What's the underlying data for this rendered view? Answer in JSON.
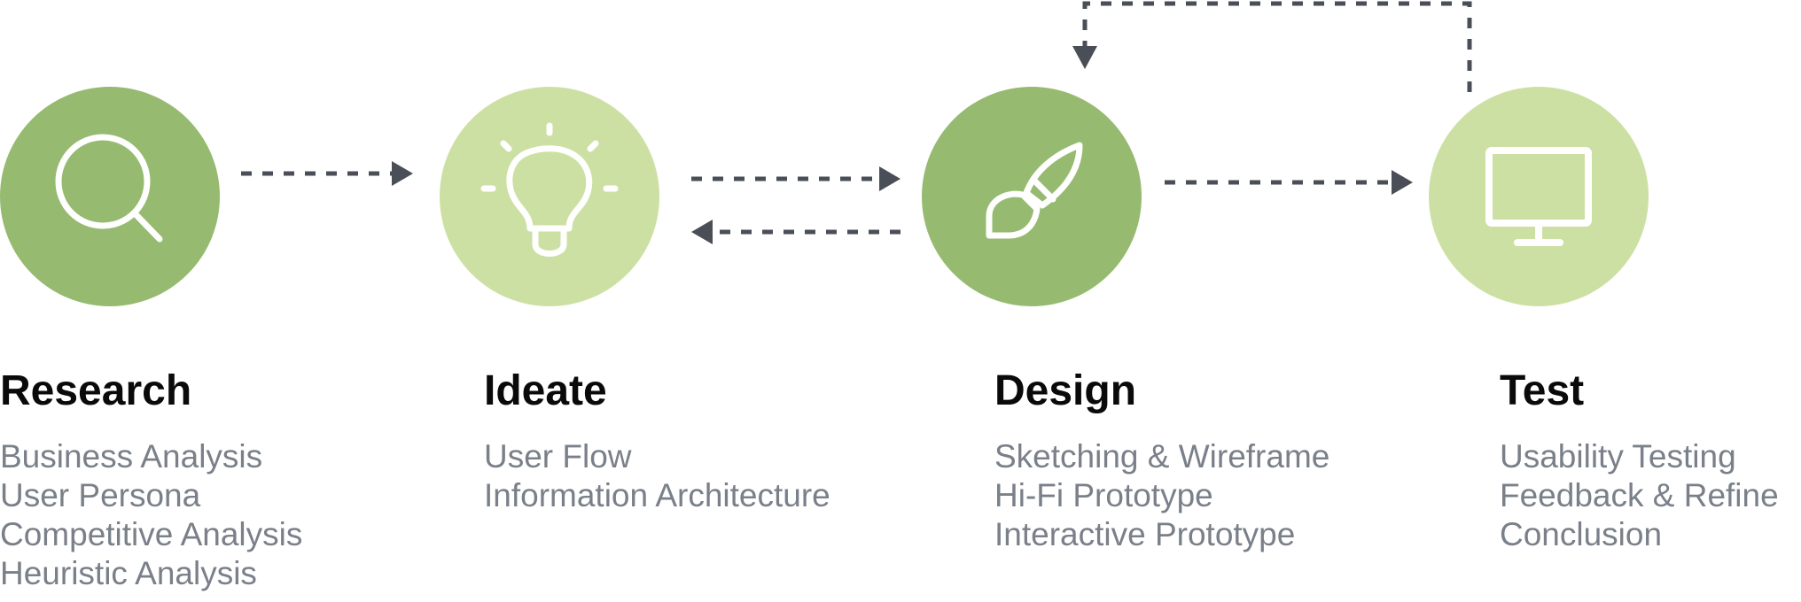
{
  "colors": {
    "circle_dark": "#97ba71",
    "circle_light": "#cde0a3",
    "arrow": "#4a4f57",
    "title": "#0a0a0a",
    "subtext": "#7a8089",
    "icon": "#ffffff"
  },
  "stages": [
    {
      "title": "Research",
      "icon": "search-icon",
      "items": [
        "Business Analysis",
        "User Persona",
        "Competitive Analysis",
        "Heuristic Analysis"
      ]
    },
    {
      "title": "Ideate",
      "icon": "lightbulb-icon",
      "items": [
        "User Flow",
        "Information Architecture"
      ]
    },
    {
      "title": "Design",
      "icon": "paintbrush-icon",
      "items": [
        "Sketching & Wireframe",
        "Hi-Fi Prototype",
        "Interactive Prototype"
      ]
    },
    {
      "title": "Test",
      "icon": "monitor-icon",
      "items": [
        "Usability Testing",
        "Feedback & Refine",
        "Conclusion"
      ]
    }
  ]
}
